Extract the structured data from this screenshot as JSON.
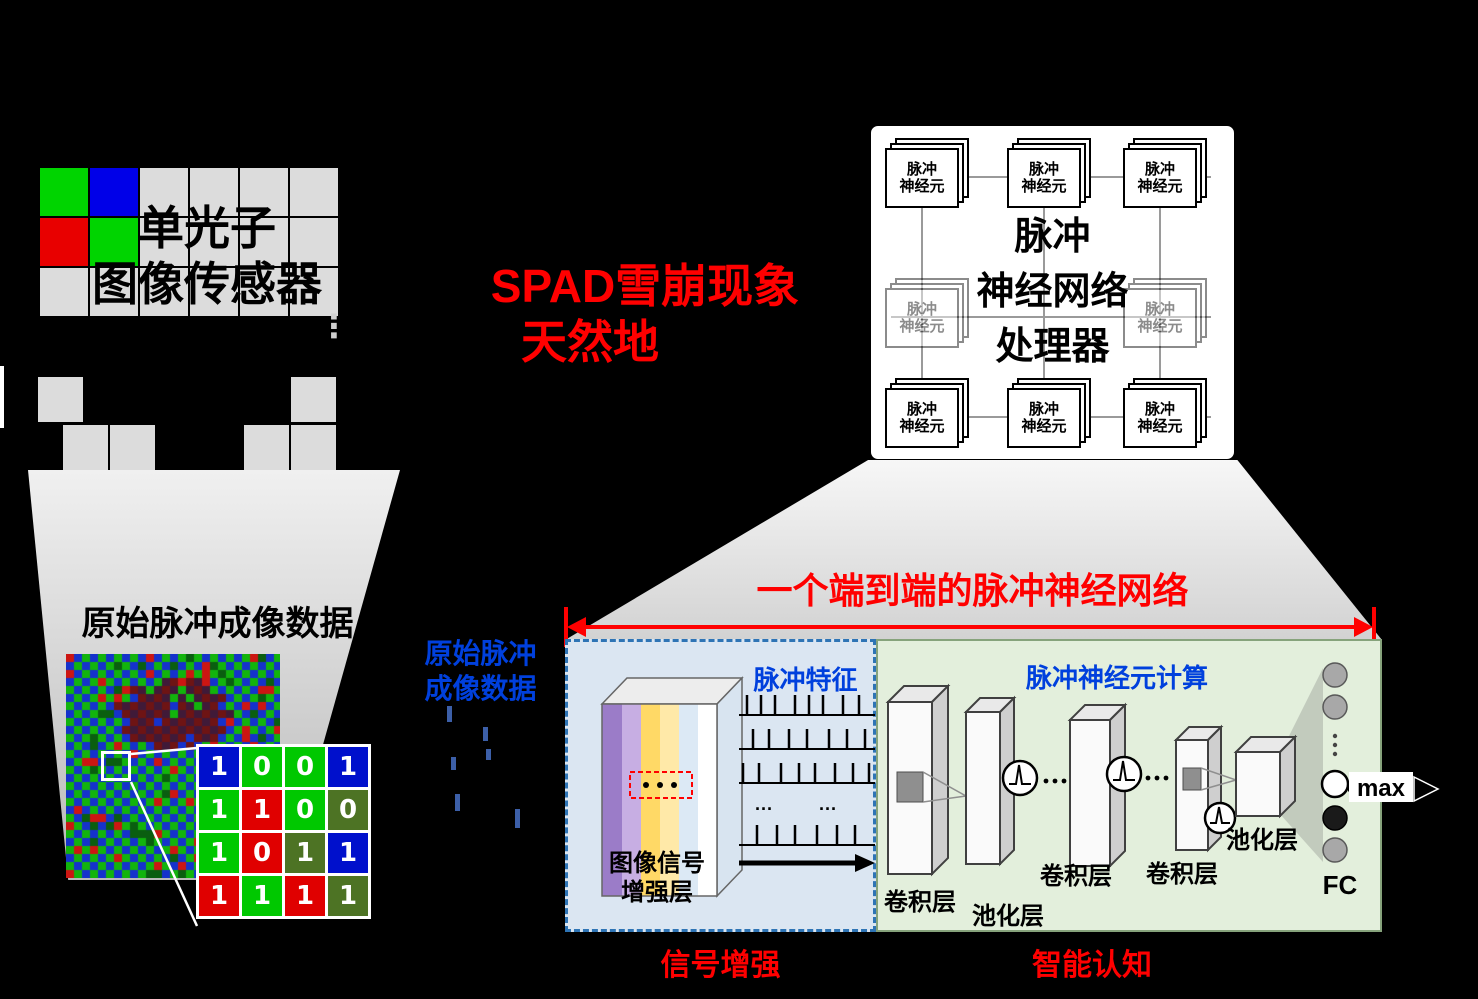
{
  "colors": {
    "accent_red": "#ff0000",
    "accent_blue": "#0040dd",
    "bayer_green": "#00d400",
    "bayer_blue": "#0000e8",
    "bayer_red": "#e80000",
    "cell_gray": "#dcdcdc",
    "grid_blue": "#0010cc",
    "grid_green": "#00c800",
    "grid_red": "#e00000",
    "grid_olive": "#4d7324",
    "panel_blue_bg": "#dbe6f2",
    "panel_blue_border": "#2e74b5",
    "panel_green_bg": "#e3efdc",
    "panel_green_border": "#86a37c"
  },
  "sensor": {
    "title_line1": "单光子",
    "title_line2": "图像传感器",
    "ellipsis": "⋮"
  },
  "spad_caption": {
    "line1": "SPAD雪崩现象",
    "line2": "天然地"
  },
  "processor": {
    "title_line1": "脉冲",
    "title_line2": "神经网络",
    "title_line3": "处理器",
    "neuron_line1": "脉冲",
    "neuron_line2": "神经元"
  },
  "raw_label": "原始脉冲成像数据",
  "raw_label_blue": {
    "line1": "原始脉冲",
    "line2": "成像数据"
  },
  "binary_grid": {
    "rows": [
      [
        {
          "value": "1",
          "color": "grid_blue"
        },
        {
          "value": "0",
          "color": "grid_green"
        },
        {
          "value": "0",
          "color": "grid_green"
        },
        {
          "value": "1",
          "color": "grid_blue"
        }
      ],
      [
        {
          "value": "1",
          "color": "grid_green"
        },
        {
          "value": "1",
          "color": "grid_red"
        },
        {
          "value": "0",
          "color": "grid_green"
        },
        {
          "value": "0",
          "color": "grid_olive"
        }
      ],
      [
        {
          "value": "1",
          "color": "grid_green"
        },
        {
          "value": "0",
          "color": "grid_red"
        },
        {
          "value": "1",
          "color": "grid_olive"
        },
        {
          "value": "1",
          "color": "grid_blue"
        }
      ],
      [
        {
          "value": "1",
          "color": "grid_red"
        },
        {
          "value": "1",
          "color": "grid_green"
        },
        {
          "value": "1",
          "color": "grid_red"
        },
        {
          "value": "1",
          "color": "grid_olive"
        }
      ]
    ]
  },
  "e2e_title": "一个端到端的脉冲神经网络",
  "enhance_panel": {
    "spike_feature": "脉冲特征",
    "dots": "···",
    "layer_line1": "图像信号",
    "layer_line2": "增强层",
    "footer": "信号增强"
  },
  "cognition_panel": {
    "compute": "脉冲神经元计算",
    "conv1": "卷积层",
    "pool1": "池化层",
    "conv2": "卷积层",
    "conv3": "卷积层",
    "pool2": "池化层",
    "fc": "FC",
    "max": "max",
    "footer": "智能认知"
  }
}
